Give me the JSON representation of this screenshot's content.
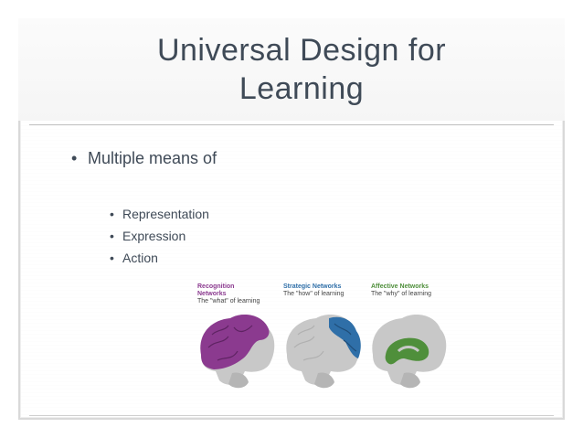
{
  "slide": {
    "title_line1": "Universal Design for",
    "title_line2": "Learning",
    "bullet_main": "Multiple means of",
    "sub_items": [
      "Representation",
      "Expression",
      "Action"
    ],
    "bullet_char": "•"
  },
  "figure": {
    "networks": [
      {
        "heading_line1": "Recognition",
        "heading_line2": "Networks",
        "subtitle": "The \"what\" of learning",
        "color": "#8b3a8f"
      },
      {
        "heading_line1": "Strategic Networks",
        "heading_line2": "",
        "subtitle": "The \"how\" of learning",
        "color": "#2f6fa8"
      },
      {
        "heading_line1": "Affective Networks",
        "heading_line2": "",
        "subtitle": "The \"why\" of learning",
        "color": "#4f8f3b"
      }
    ]
  }
}
